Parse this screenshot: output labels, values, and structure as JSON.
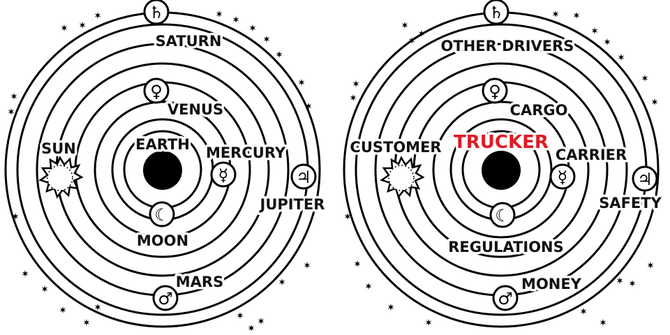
{
  "diagrams": [
    {
      "labels": {
        "outer_top": "SATURN",
        "upper": "VENUS",
        "center_top": "EARTH",
        "left": "SUN",
        "right_upper": "MERCURY",
        "right": "JUPITER",
        "bottom_inner": "MOON",
        "bottom_outer": "MARS"
      }
    },
    {
      "labels": {
        "outer_top": "OTHER DRIVERS",
        "upper": "CARGO",
        "center_top": "TRUCKER",
        "left": "CUSTOMER",
        "right_upper": "CARRIER",
        "right": "SAFETY",
        "bottom_inner": "REGULATIONS",
        "bottom_outer": "MONEY"
      },
      "highlight": "TRUCKER",
      "highlight_color": "#e01b24"
    }
  ],
  "symbols": {
    "saturn": "♄",
    "venus": "♀",
    "mercury": "☿",
    "jupiter": "♃",
    "moon": "☾",
    "mars": "♂"
  }
}
